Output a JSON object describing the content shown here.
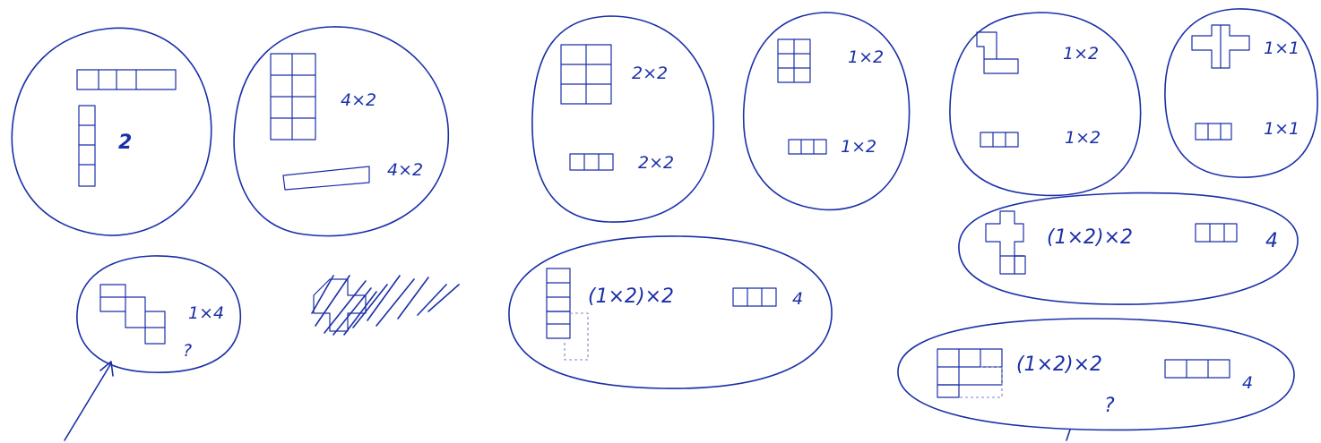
{
  "labels": {
    "g2": "2",
    "g3a": "4×2",
    "g3b": "4×2",
    "g4": "1×4",
    "g4q": "?",
    "g6a": "2×2",
    "g6b": "2×2",
    "g7": "(1×2)×2",
    "g7b": "4",
    "g8a": "1×2",
    "g8b": "1×2",
    "g9a": "1×2",
    "g9b": "1×2",
    "g10a": "1×1",
    "g10b": "1×1",
    "g11": "(1×2)×2",
    "g11b": "4",
    "g12": "(1×2)×2",
    "g12b": "4",
    "g12q": "?"
  },
  "colors": {
    "ink": "#1a2fa8",
    "paper": "#ffffff"
  }
}
